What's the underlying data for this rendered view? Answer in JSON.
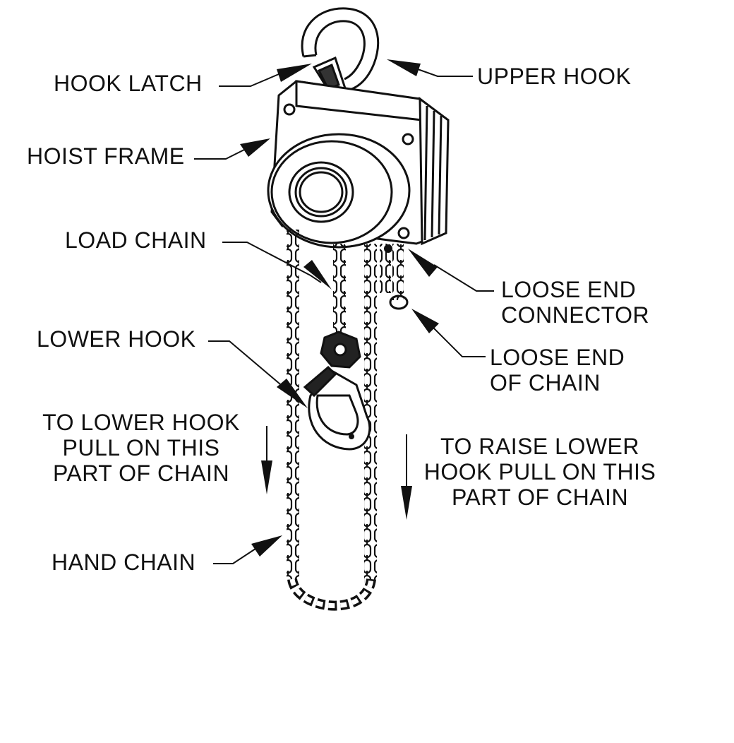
{
  "diagram": {
    "labels": {
      "hook_latch": "HOOK LATCH",
      "upper_hook": "UPPER HOOK",
      "hoist_frame": "HOIST FRAME",
      "load_chain": "LOAD CHAIN",
      "loose_end_connector": [
        "LOOSE END",
        "CONNECTOR"
      ],
      "lower_hook": "LOWER HOOK",
      "loose_end_of_chain": [
        "LOOSE END",
        "OF CHAIN"
      ],
      "to_lower_hook": [
        "TO LOWER HOOK",
        "PULL ON THIS",
        "PART OF CHAIN"
      ],
      "to_raise_lower_hook": [
        "TO RAISE LOWER",
        "HOOK PULL ON THIS",
        "PART OF CHAIN"
      ],
      "hand_chain": "HAND CHAIN"
    },
    "colors": {
      "ink": "#111111",
      "paper": "#ffffff"
    }
  }
}
